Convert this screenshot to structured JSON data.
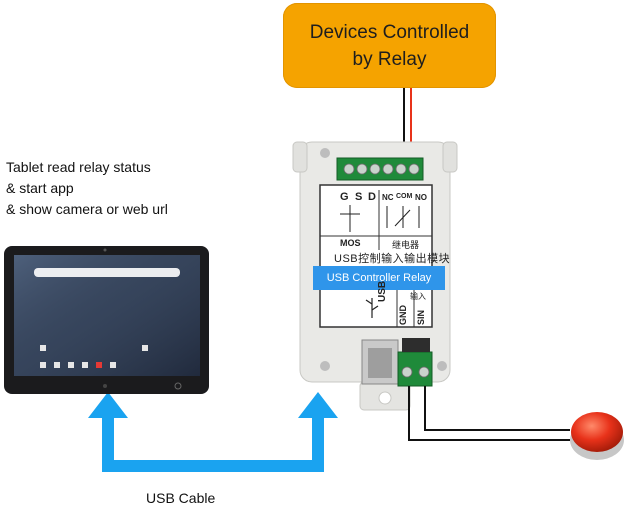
{
  "devices_box": {
    "line1": "Devices Controlled",
    "line2": "by Relay",
    "color": "#f5a300"
  },
  "tablet_description": [
    "Tablet read relay status",
    "& start app",
    "& show camera or web url"
  ],
  "cable_label": "USB Cable",
  "relay_module": {
    "title_cn": "USB控制输入输出模块",
    "label": "USB Controller Relay",
    "output_terminals": [
      "G",
      "S",
      "D",
      "NC",
      "COM",
      "NO"
    ],
    "mos_label": "MOS",
    "relay_cn": "继电器",
    "usb_text": "USB",
    "gnd_text": "GND",
    "sin_text": "SIN",
    "input_cn": "输入"
  },
  "colors": {
    "arrow": "#1aa3f0",
    "label_bg": "#2f95ea",
    "terminal_green": "#1f8a3a",
    "button_red": "#e8321a"
  },
  "icons": [
    "android-tablet-icon",
    "red-push-button-icon",
    "usb-symbol-icon"
  ]
}
